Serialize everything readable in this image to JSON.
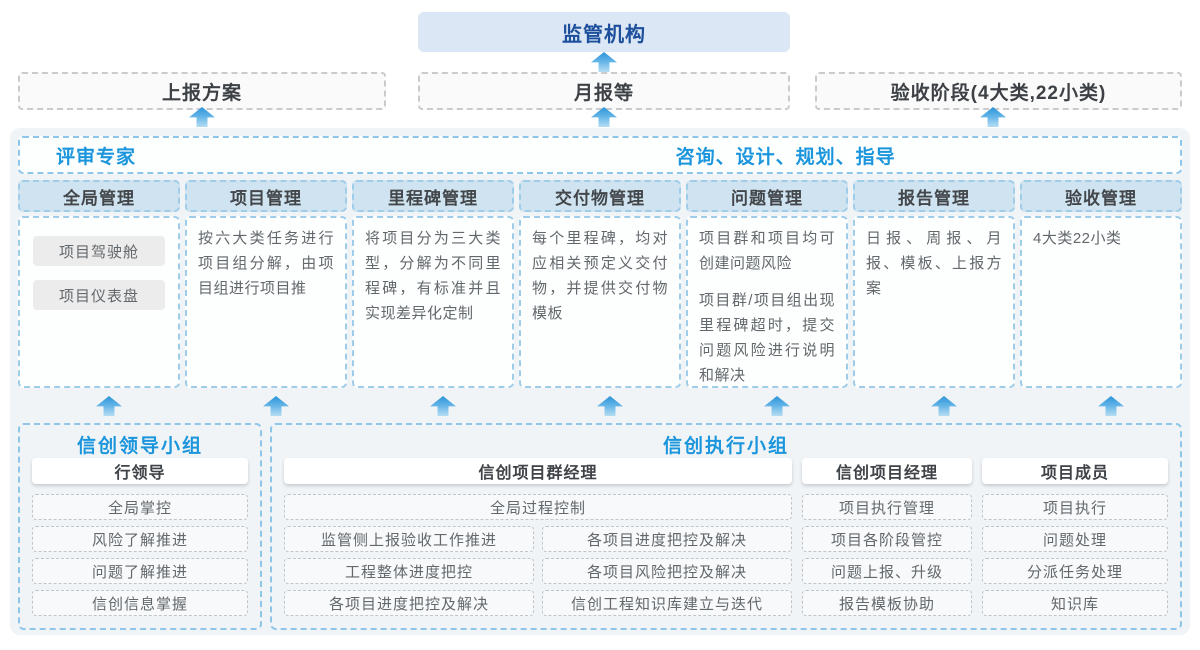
{
  "colors": {
    "title_blue": "#1b96dd",
    "regulator_text": "#1d4f9c",
    "regulator_bg": "#dbe7f4",
    "column_header_bg": "#cfe4f0",
    "dashed_blue": "#8ec6e9",
    "container_bg": "#f1f4f6",
    "arrow_top": "#2d94d8",
    "arrow_bottom": "#b5ddf4"
  },
  "top": {
    "regulator": "监管机构"
  },
  "report_row": [
    {
      "label": "上报方案"
    },
    {
      "label": "月报等"
    },
    {
      "label": "验收阶段(4大类,22小类)"
    }
  ],
  "band": {
    "left": "评审专家",
    "right": "咨询、设计、规划、指导"
  },
  "columns": [
    {
      "title": "全局管理",
      "pills": [
        "项目驾驶舱",
        "项目仪表盘"
      ]
    },
    {
      "title": "项目管理",
      "paragraphs": [
        "按六大类任务进行项目组分解，由项目组进行项目推"
      ]
    },
    {
      "title": "里程碑管理",
      "paragraphs": [
        "将项目分为三大类型，分解为不同里程碑，有标准并且实现差异化定制"
      ]
    },
    {
      "title": "交付物管理",
      "paragraphs": [
        "每个里程碑，均对应相关预定义交付物，并提供交付物模板"
      ]
    },
    {
      "title": "问题管理",
      "paragraphs": [
        "项目群和项目均可创建问题风险",
        "项目群/项目组出现里程碑超时，提交问题风险进行说明和解决"
      ]
    },
    {
      "title": "报告管理",
      "paragraphs": [
        "日报、周报、月报、模板、上报方案"
      ]
    },
    {
      "title": "验收管理",
      "paragraphs": [
        "4大类22小类"
      ]
    }
  ],
  "leadership": {
    "title": "信创领导小组",
    "role": "行领导",
    "items": [
      "全局掌控",
      "风险了解推进",
      "问题了解推进",
      "信创信息掌握"
    ]
  },
  "execution": {
    "title": "信创执行小组",
    "program_manager": {
      "role": "信创项目群经理",
      "full_item": "全局过程控制",
      "col_left": [
        "监管侧上报验收工作推进",
        "工程整体进度把控",
        "各项目进度把控及解决"
      ],
      "col_right": [
        "各项目进度把控及解决",
        "各项目风险把控及解决",
        "信创工程知识库建立与迭代"
      ]
    },
    "project_manager": {
      "role": "信创项目经理",
      "items": [
        "项目执行管理",
        "项目各阶段管控",
        "问题上报、升级",
        "报告模板协助"
      ]
    },
    "member": {
      "role": "项目成员",
      "items": [
        "项目执行",
        "问题处理",
        "分派任务处理",
        "知识库"
      ]
    }
  }
}
